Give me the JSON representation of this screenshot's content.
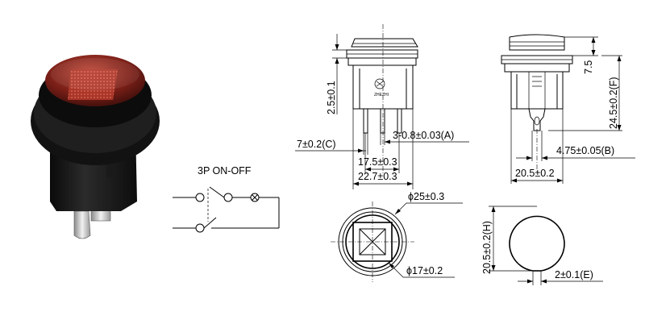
{
  "schematic": {
    "label": "3P  ON-OFF"
  },
  "side_view": {
    "height_dim": "2.5±0.1",
    "pin_width_dim": "7±0.2(C)",
    "pin_thickness_dim": "3-0.8±0.03(A)",
    "pin_spacing_dim": "17.5±0.3",
    "overall_width_dim": "22.7±0.3",
    "brand_mark": "ZHEZHI"
  },
  "front_view": {
    "cap_height_dim": "7.5",
    "body_height_dim": "24.5±0.2(F)",
    "terminal_width_dim": "4.75±0.05(B)",
    "body_width_dim": "20.5±0.2"
  },
  "top_view": {
    "outer_diameter_dim": "ϕ25±0.3",
    "inner_diameter_dim": "ϕ17±0.2"
  },
  "cutout": {
    "height_dim": "20.5±0.2(H)",
    "flat_dim": "2±0.1(E)"
  }
}
